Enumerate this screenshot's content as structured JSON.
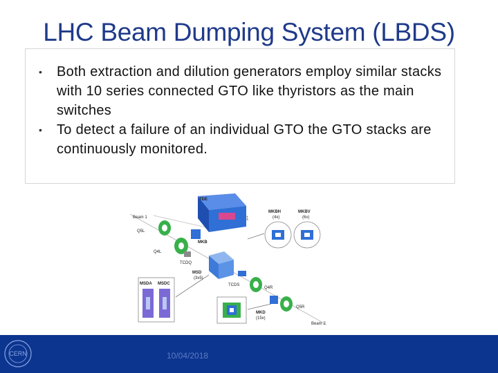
{
  "slide": {
    "title": "LHC Beam Dumping System (LBDS)",
    "bullets": [
      "Both extraction and dilution generators employ similar stacks with 10 series connected GTO like thyristors as the main switches",
      "To detect a failure of an individual GTO the GTO stacks are continuously monitored."
    ],
    "bullet_glyph": "•"
  },
  "diagram": {
    "labels": {
      "tdf": "TDE",
      "beam1": "Beam 1",
      "q5l": "Q5L",
      "mkb": "MKB",
      "q4l": "Q4L",
      "tcdq": "TCDQ",
      "mkbh": "MKBH",
      "mkbh_sub": "(4x)",
      "mkbv": "MKBV",
      "mkbv_sub": "(6x)",
      "msd": "MSD",
      "msd_sub": "(3x5)",
      "tcds": "TCDS",
      "q4r": "Q4R",
      "q5r": "Q5R",
      "msda": "MSDA",
      "msdc": "MSDC",
      "mkd": "MKD",
      "mkd_sub": "(15x)",
      "beam2": "Beam 2"
    }
  },
  "footer": {
    "date": "10/04/2018",
    "logo_text": "CERN"
  },
  "colors": {
    "title": "#1f3a8a",
    "footer": "#0c3590",
    "magnet_green": "#38b04a",
    "block_blue": "#2f6fd6"
  }
}
